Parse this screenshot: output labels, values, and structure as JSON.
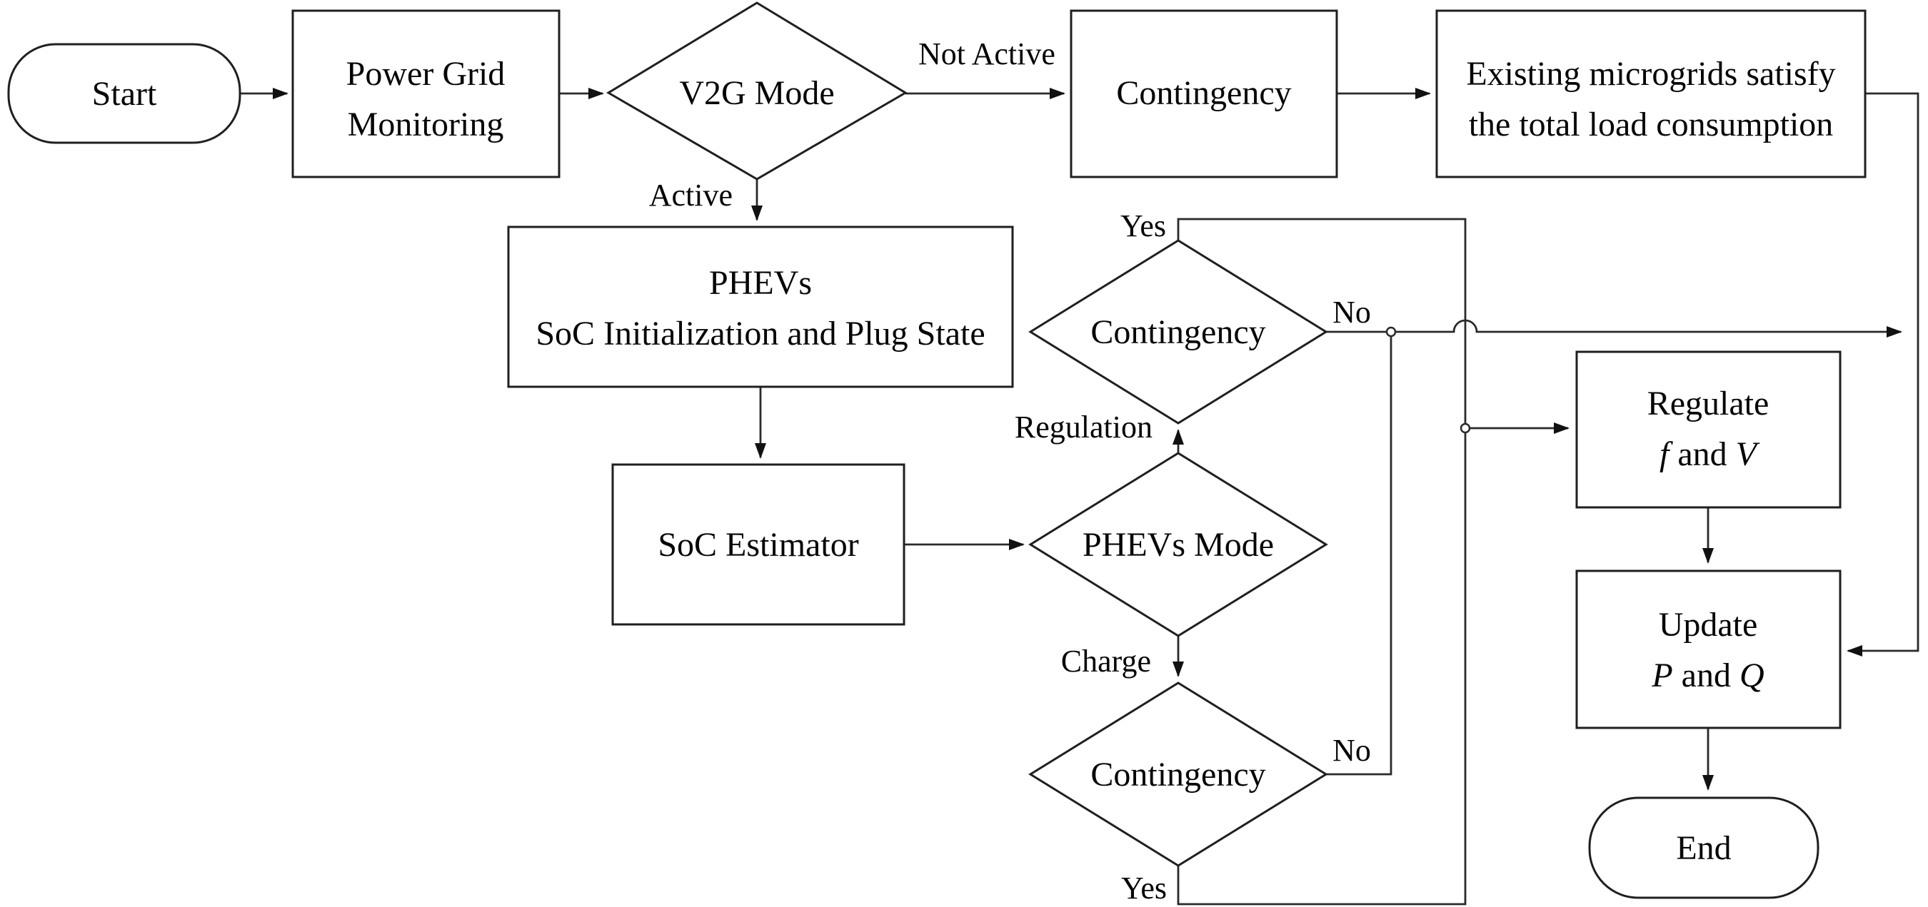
{
  "figure": {
    "type": "flowchart",
    "description": "V2G mode control flowchart for PHEVs and microgrid contingency management",
    "colors": {
      "background": "#ffffff",
      "line": "#2a2a2a",
      "text": "#050505",
      "shape_fill": "#ffffff"
    }
  },
  "nodes": {
    "start": {
      "label": "Start"
    },
    "power_grid": {
      "line1": "Power Grid",
      "line2": "Monitoring"
    },
    "v2g_mode": {
      "label": "V2G Mode"
    },
    "contingency_top": {
      "label": "Contingency"
    },
    "existing_microgrids": {
      "line1": "Existing microgrids satisfy",
      "line2": "the total load consumption"
    },
    "phevs_init": {
      "line1": "PHEVs",
      "line2": "SoC Initialization and Plug State"
    },
    "soc_estimator": {
      "label": "SoC Estimator"
    },
    "phevs_mode": {
      "label": "PHEVs Mode"
    },
    "contingency_mid": {
      "label": "Contingency"
    },
    "contingency_bottom": {
      "label": "Contingency"
    },
    "regulate": {
      "line1": "Regulate",
      "var1": "f",
      "mid": " and ",
      "var2": "V"
    },
    "update": {
      "line1": "Update",
      "var1": "P",
      "mid": " and ",
      "var2": "Q"
    },
    "end": {
      "label": "End"
    }
  },
  "edge_labels": {
    "not_active": "Not Active",
    "active": "Active",
    "yes_top": "Yes",
    "no_top": "No",
    "regulation": "Regulation",
    "charge": "Charge",
    "no_bottom": "No",
    "yes_bottom": "Yes"
  }
}
